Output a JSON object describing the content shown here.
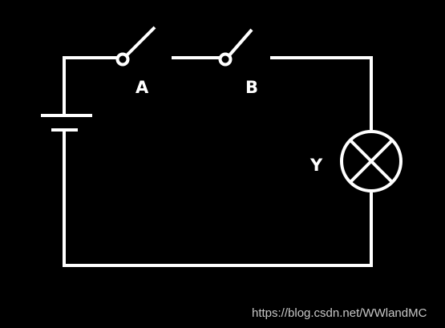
{
  "diagram": {
    "switch_a_label": "A",
    "switch_b_label": "B",
    "lamp_label": "Y",
    "watermark": "https://blog.csdn.net/WWlandMC"
  },
  "colors": {
    "background": "#000000",
    "wire": "#ffffff",
    "watermark": "#c8c8c8"
  },
  "icons": {
    "battery": "battery-icon",
    "switch": "switch-icon",
    "lamp": "lamp-icon"
  }
}
